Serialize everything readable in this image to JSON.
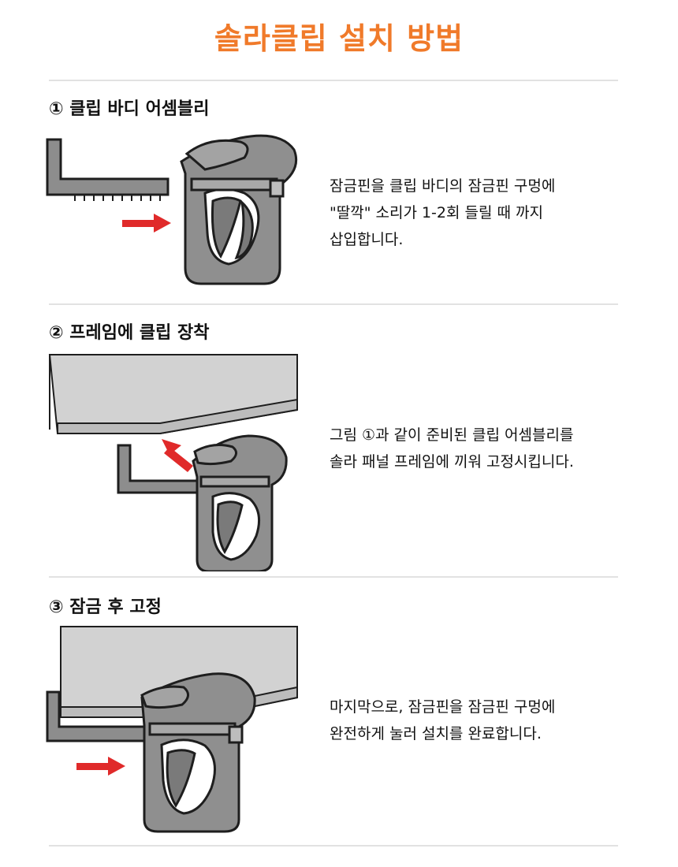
{
  "page": {
    "title": "솔라클립 설치 방법"
  },
  "steps": [
    {
      "heading": "① 클립 바디 어셈블리",
      "description": "잠금핀을 클립 바디의 잠금핀 구멍에\n\"딸깍\" 소리가 1-2회 들릴 때 까지\n삽입합니다."
    },
    {
      "heading": "② 프레임에 클립 장착",
      "description": "그림 ①과 같이 준비된 클립 어셈블리를\n솔라 패널 프레임에 끼워 고정시킵니다."
    },
    {
      "heading": "③ 잠금 후 고정",
      "description": "마지막으로, 잠금핀을 잠금핀 구멍에\n완전하게 눌러 설치를 완료합니다."
    }
  ],
  "colors": {
    "title": "#f07a2a",
    "arrow": "#e02a2a",
    "clip": "#8a8a8a",
    "frame": "#cfcfcf"
  }
}
